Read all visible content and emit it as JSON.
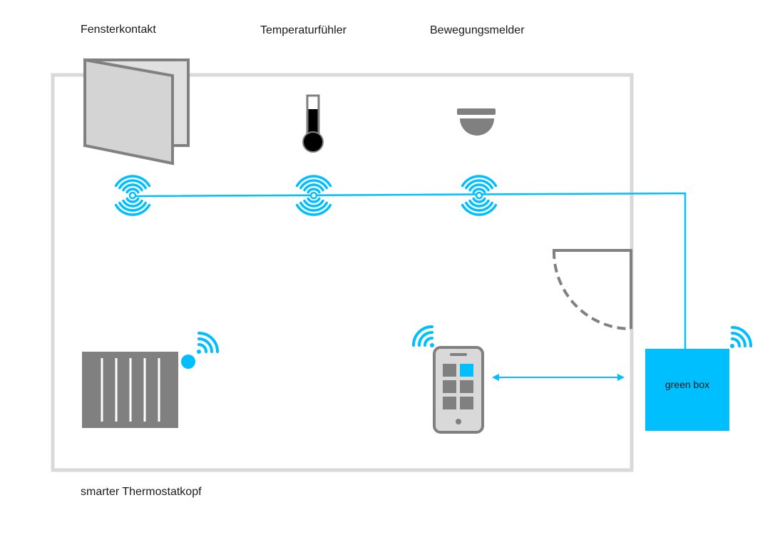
{
  "labels": {
    "window_contact": "Fensterkontakt",
    "temperature_sensor": "Temperaturfühler",
    "motion_sensor": "Bewegungsmelder",
    "thermostat": "smarter Thermostatkopf",
    "hub": "green box"
  },
  "colors": {
    "accent": "#00bfff",
    "device_gray": "#808080",
    "room_wall": "#d9d9d9",
    "window_fill": "#d9d9d9",
    "text": "#1a1a1a"
  },
  "icons": [
    "window-icon",
    "thermometer-icon",
    "motion-sensor-icon",
    "radiator-icon",
    "smartphone-icon",
    "door-icon",
    "wireless-signal-icon",
    "wifi-icon"
  ]
}
